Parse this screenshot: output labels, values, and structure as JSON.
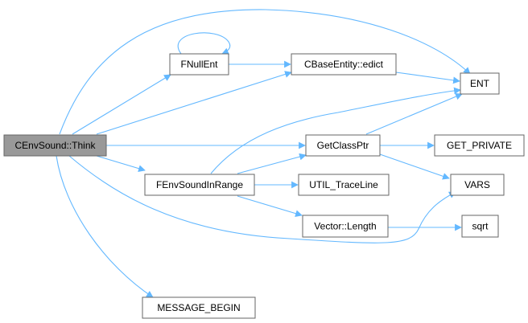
{
  "graph": {
    "nodes": {
      "think": "CEnvSound::Think",
      "fnullent": "FNullEnt",
      "edict": "CBaseEntity::edict",
      "ent": "ENT",
      "getclassptr": "GetClassPtr",
      "get_private": "GET_PRIVATE",
      "fenvsoundinrange": "FEnvSoundInRange",
      "util_traceline": "UTIL_TraceLine",
      "vars": "VARS",
      "vector_length": "Vector::Length",
      "sqrt": "sqrt",
      "message_begin": "MESSAGE_BEGIN"
    },
    "edges": [
      [
        "think",
        "ent"
      ],
      [
        "think",
        "fnullent"
      ],
      [
        "think",
        "edict"
      ],
      [
        "think",
        "getclassptr"
      ],
      [
        "think",
        "fenvsoundinrange"
      ],
      [
        "think",
        "vars"
      ],
      [
        "think",
        "message_begin"
      ],
      [
        "fnullent",
        "fnullent"
      ],
      [
        "fnullent",
        "edict"
      ],
      [
        "edict",
        "ent"
      ],
      [
        "getclassptr",
        "ent"
      ],
      [
        "getclassptr",
        "get_private"
      ],
      [
        "getclassptr",
        "vars"
      ],
      [
        "fenvsoundinrange",
        "ent"
      ],
      [
        "fenvsoundinrange",
        "getclassptr"
      ],
      [
        "fenvsoundinrange",
        "util_traceline"
      ],
      [
        "fenvsoundinrange",
        "vector_length"
      ],
      [
        "vector_length",
        "sqrt"
      ]
    ],
    "colors": {
      "edge": "#63b8ff",
      "root_fill": "#999999",
      "node_border": "#666666"
    }
  }
}
